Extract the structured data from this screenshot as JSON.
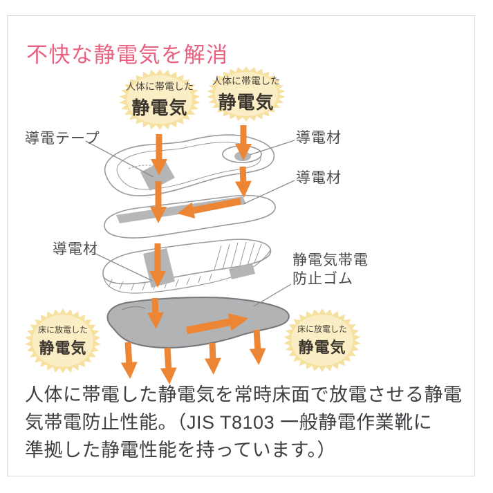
{
  "header": {
    "title": "不快な静電気を解消"
  },
  "diagram": {
    "burst_top_left": {
      "line1": "人体に帯電した",
      "line2": "静電気"
    },
    "burst_top_right": {
      "line1": "人体に帯電した",
      "line2": "静電気"
    },
    "burst_bottom_left": {
      "line1": "床に放電した",
      "line2": "静電気"
    },
    "burst_bottom_right": {
      "line1": "床に放電した",
      "line2": "静電気"
    },
    "labels": {
      "conductive_tape": "導電テープ",
      "conductive_material_right_top": "導電材",
      "conductive_material_right_mid": "導電材",
      "conductive_material_left": "導電材",
      "antistatic_rubber": "静電気帯電\n防止ゴム"
    },
    "colors": {
      "title_pink": "#E8627F",
      "arrow_orange": "#ED8634",
      "burst_spike": "#F7E1A0",
      "burst_fill": "#FBEEC4",
      "sole_gray": "#B2B3B5"
    }
  },
  "description": {
    "text": "人体に帯電した静電気を常時床面で放電させる静電\n気帯電防止性能。（JIS T8103 一般静電作業靴に\n準拠した静電性能を持っています。）"
  }
}
